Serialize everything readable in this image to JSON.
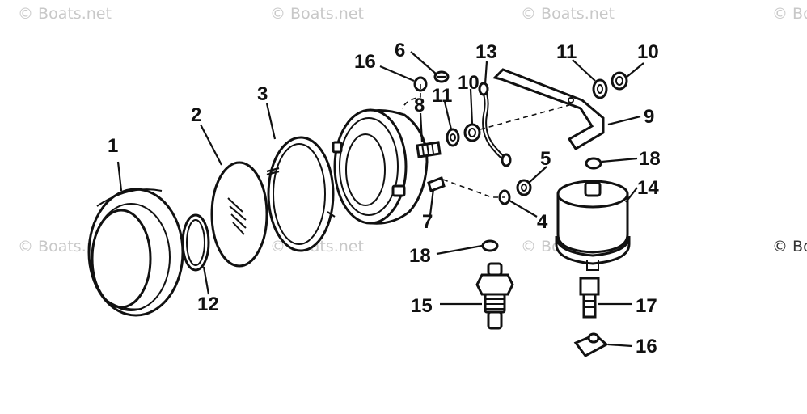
{
  "watermark": {
    "text": "© Boats.net",
    "partial_text": "© Bo"
  },
  "callouts": {
    "c1": "1",
    "c2": "2",
    "c3": "3",
    "c4": "4",
    "c5": "5",
    "c6": "6",
    "c7": "7",
    "c8": "8",
    "c9": "9",
    "c10a": "10",
    "c10b": "10",
    "c11a": "11",
    "c11b": "11",
    "c12": "12",
    "c13": "13",
    "c14": "14",
    "c15": "15",
    "c16a": "16",
    "c16b": "16",
    "c17": "17",
    "c18a": "18",
    "c18b": "18"
  },
  "colors": {
    "ink": "#111111",
    "watermark": "#c8c8c8",
    "background": "#ffffff"
  }
}
